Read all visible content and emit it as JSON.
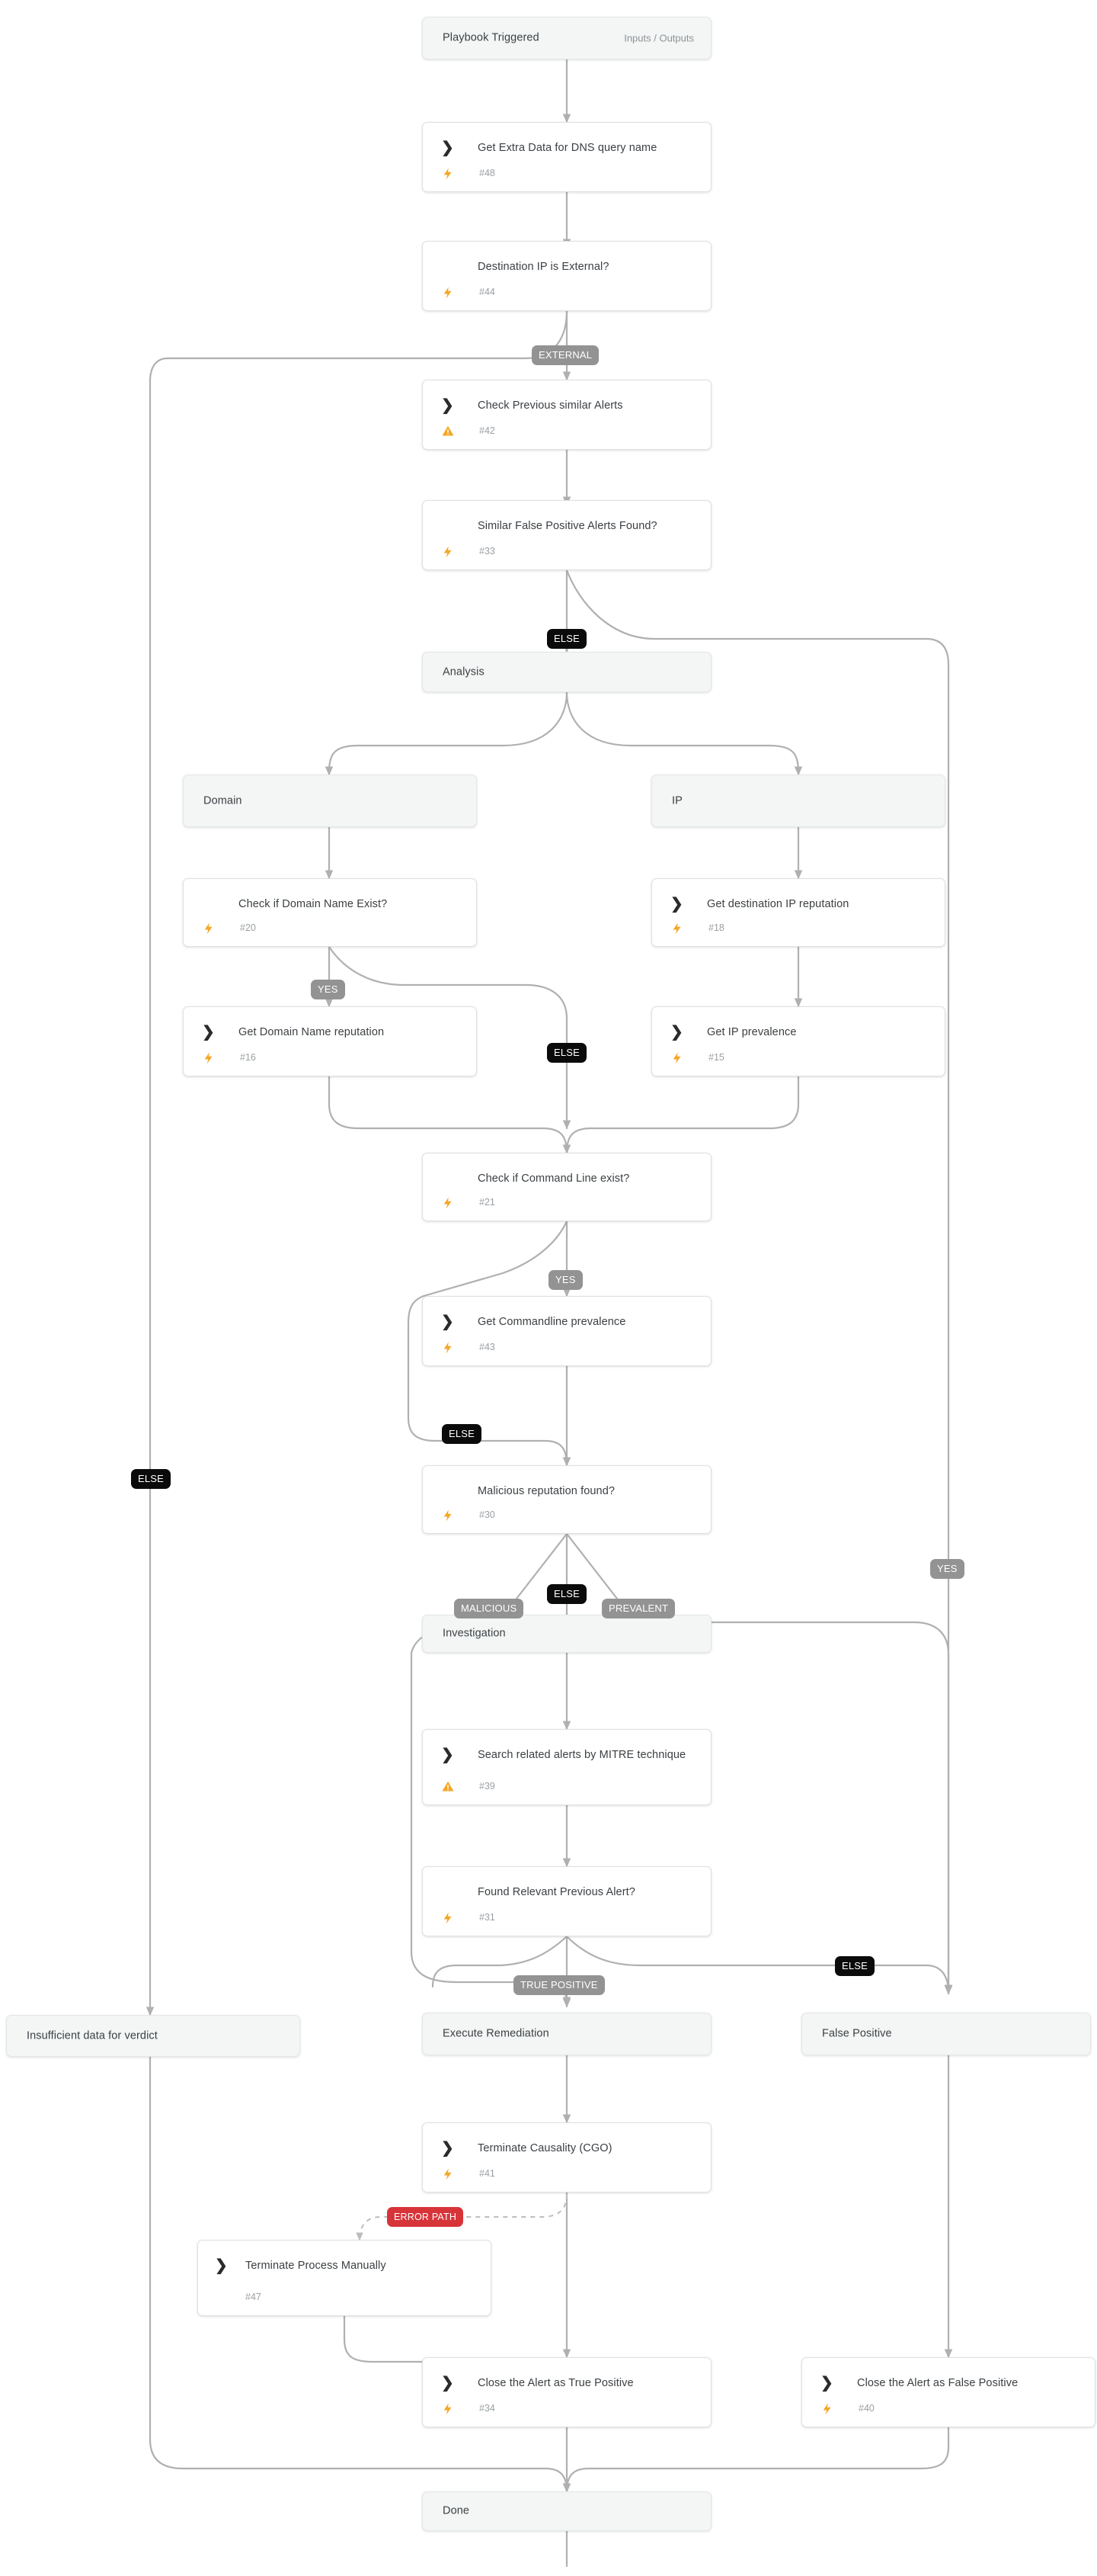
{
  "diagram": {
    "title": "Playbook Triggered",
    "kind": "security-playbook-flow",
    "colors": {
      "edge": "#b0b0b0",
      "node_border": "#e0e0e0",
      "node_bg": "#ffffff",
      "section_bg": "#f4f6f6",
      "badge_grey": "#939393",
      "badge_black": "#0b0b0b",
      "badge_red": "#d7343a",
      "warning": "#f5a623",
      "bolt": "#f5a623",
      "text": "#3b3f42",
      "muted": "#9a9fa2"
    }
  },
  "nodes": {
    "trigger": {
      "label": "Playbook Triggered",
      "aux": "Inputs / Outputs",
      "kind": "trigger"
    },
    "n48": {
      "label": "Get Extra Data for DNS query name",
      "id": "#48",
      "icon": "task-chevron-icon",
      "status": "bolt-icon",
      "kind": "task"
    },
    "n44": {
      "label": "Destination IP is External?",
      "id": "#44",
      "icon": "condition-diamond-icon",
      "status": "bolt-icon",
      "kind": "condition"
    },
    "n42": {
      "label": "Check Previous similar Alerts",
      "id": "#42",
      "icon": "task-chevron-icon",
      "status": "warning-icon",
      "kind": "task"
    },
    "n33": {
      "label": "Similar False Positive Alerts Found?",
      "id": "#33",
      "icon": "condition-diamond-icon",
      "status": "bolt-icon",
      "kind": "condition"
    },
    "analysis": {
      "label": "Analysis",
      "kind": "section"
    },
    "domain": {
      "label": "Domain",
      "kind": "section"
    },
    "ip": {
      "label": "IP",
      "kind": "section"
    },
    "n20": {
      "label": "Check if Domain Name Exist?",
      "id": "#20",
      "icon": "condition-diamond-icon",
      "status": "bolt-icon",
      "kind": "condition"
    },
    "n18": {
      "label": "Get destination IP reputation",
      "id": "#18",
      "icon": "task-chevron-icon",
      "status": "bolt-icon",
      "kind": "task"
    },
    "n16": {
      "label": "Get Domain Name reputation",
      "id": "#16",
      "icon": "task-chevron-icon",
      "status": "bolt-icon",
      "kind": "task"
    },
    "n15": {
      "label": "Get IP prevalence",
      "id": "#15",
      "icon": "task-chevron-icon",
      "status": "bolt-icon",
      "kind": "task"
    },
    "n21": {
      "label": "Check if Command Line exist?",
      "id": "#21",
      "icon": "condition-diamond-icon",
      "status": "bolt-icon",
      "kind": "condition"
    },
    "n43": {
      "label": "Get Commandline prevalence",
      "id": "#43",
      "icon": "task-chevron-icon",
      "status": "bolt-icon",
      "kind": "task"
    },
    "n30": {
      "label": "Malicious reputation found?",
      "id": "#30",
      "icon": "condition-diamond-icon",
      "status": "bolt-icon",
      "kind": "condition"
    },
    "investigation": {
      "label": "Investigation",
      "kind": "section"
    },
    "n39": {
      "label": "Search related alerts by MITRE technique",
      "id": "#39",
      "icon": "task-chevron-icon",
      "status": "warning-icon",
      "kind": "task"
    },
    "n31": {
      "label": "Found Relevant Previous Alert?",
      "id": "#31",
      "icon": "condition-diamond-icon",
      "status": "bolt-icon",
      "kind": "condition"
    },
    "insufficient": {
      "label": "Insufficient data for verdict",
      "kind": "section"
    },
    "remediation": {
      "label": "Execute Remediation",
      "kind": "section"
    },
    "false_positive": {
      "label": "False Positive",
      "kind": "section"
    },
    "n41": {
      "label": "Terminate Causality (CGO)",
      "id": "#41",
      "icon": "task-chevron-icon",
      "status": "bolt-icon",
      "kind": "task"
    },
    "n47": {
      "label": "Terminate Process Manually",
      "id": "#47",
      "icon": "task-chevron-icon",
      "status": "none",
      "kind": "task"
    },
    "n34": {
      "label": "Close the Alert as True Positive",
      "id": "#34",
      "icon": "task-chevron-icon",
      "status": "bolt-icon",
      "kind": "task"
    },
    "n40": {
      "label": "Close the Alert as False Positive",
      "id": "#40",
      "icon": "task-chevron-icon",
      "status": "bolt-icon",
      "kind": "task"
    },
    "done": {
      "label": "Done",
      "kind": "section"
    }
  },
  "badges": [
    {
      "key": "external",
      "label": "EXTERNAL",
      "style": "grey"
    },
    {
      "key": "else_33",
      "label": "ELSE",
      "style": "black"
    },
    {
      "key": "yes_20",
      "label": "YES",
      "style": "grey"
    },
    {
      "key": "else_20",
      "label": "ELSE",
      "style": "black"
    },
    {
      "key": "yes_21",
      "label": "YES",
      "style": "grey"
    },
    {
      "key": "else_21",
      "label": "ELSE",
      "style": "black"
    },
    {
      "key": "else_44",
      "label": "ELSE",
      "style": "black"
    },
    {
      "key": "malicious_30",
      "label": "MALICIOUS",
      "style": "grey"
    },
    {
      "key": "else_30",
      "label": "ELSE",
      "style": "black"
    },
    {
      "key": "prevalent_30",
      "label": "PREVALENT",
      "style": "grey"
    },
    {
      "key": "yes_33",
      "label": "YES",
      "style": "grey"
    },
    {
      "key": "true_positive",
      "label": "TRUE POSITIVE",
      "style": "grey"
    },
    {
      "key": "else_31",
      "label": "ELSE",
      "style": "black"
    },
    {
      "key": "error_path",
      "label": "ERROR PATH",
      "style": "red"
    }
  ]
}
